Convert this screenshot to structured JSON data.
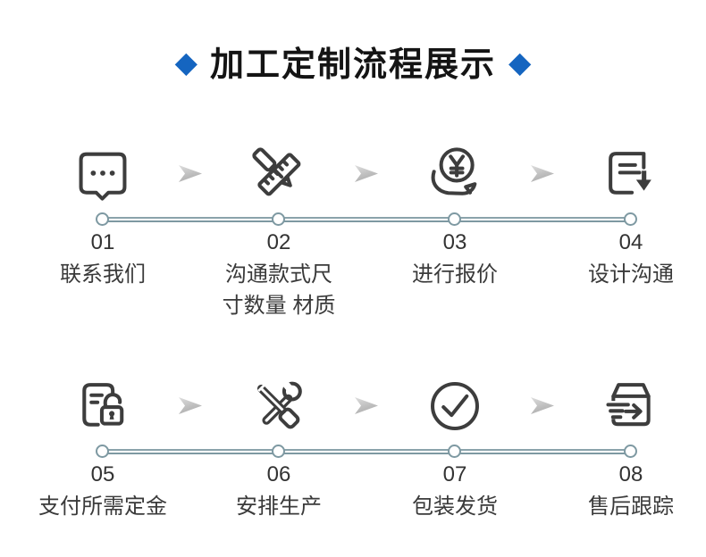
{
  "title": {
    "text": "加工定制流程展示",
    "diamond_glyph": "◆"
  },
  "colors": {
    "accent_blue": "#1565c0",
    "icon_stroke": "#3d3d3d",
    "timeline": "#7e99a2",
    "arrow_gray": "#bdbdbd",
    "text": "#333333"
  },
  "rows": [
    {
      "steps": [
        {
          "number": "01",
          "label": "联系我们",
          "icon": "chat-bubble-icon"
        },
        {
          "number": "02",
          "label": "沟通款式尺\n寸数量 材质",
          "icon": "ruler-pen-icon"
        },
        {
          "number": "03",
          "label": "进行报价",
          "icon": "hand-coin-yuan-icon"
        },
        {
          "number": "04",
          "label": "设计沟通",
          "icon": "document-download-icon"
        },
        {
          "number": "05",
          "label": "支付所需定金",
          "icon": "document-lock-icon"
        },
        {
          "number": "06",
          "label": "安排生产",
          "icon": "tools-icon"
        },
        {
          "number": "07",
          "label": "包装发货",
          "icon": "check-circle-icon"
        },
        {
          "number": "08",
          "label": "售后跟踪",
          "icon": "package-ship-icon"
        }
      ]
    }
  ]
}
